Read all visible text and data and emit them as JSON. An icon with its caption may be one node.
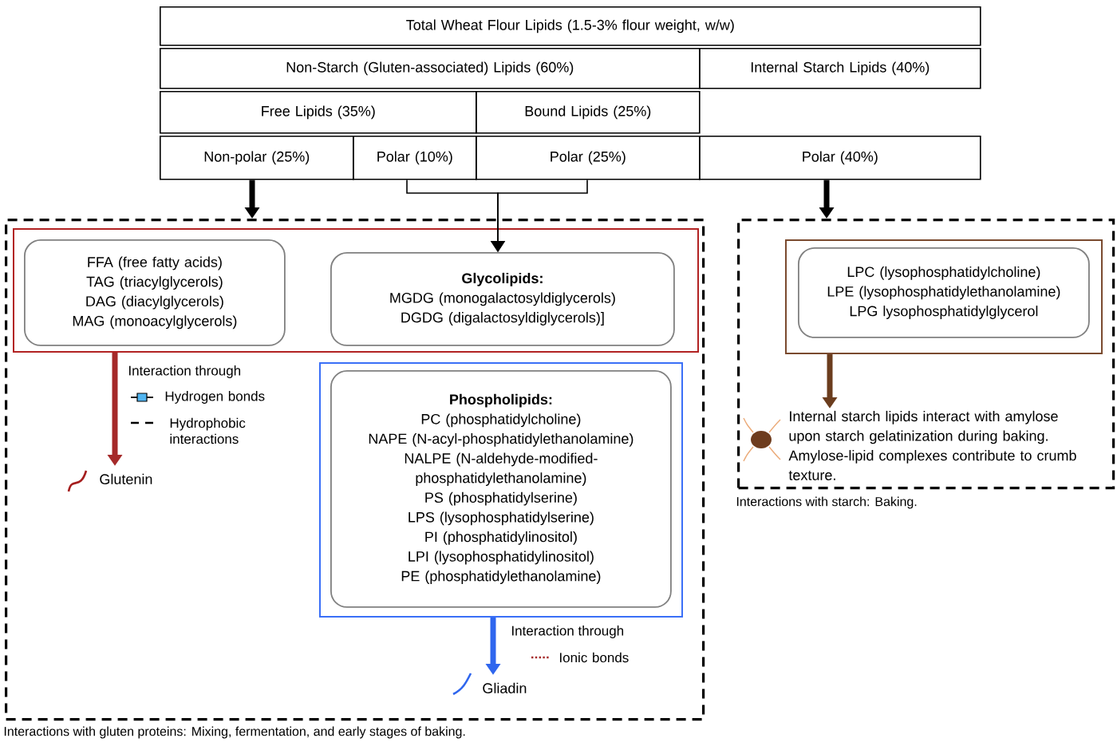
{
  "diagram": {
    "nodes": [
      {
        "text": [
          "Total Wheat Flour Lipids (1.5-3% flour weight, w/w)"
        ]
      },
      {
        "text": [
          "Non-Starch (Gluten-associated) Lipids (60%)"
        ]
      },
      {
        "text": [
          "Internal Starch Lipids (40%)"
        ]
      },
      {
        "text": [
          "Free Lipids (35%)"
        ]
      },
      {
        "text": [
          "Bound Lipids (25%)"
        ]
      },
      {
        "text": [
          "Non-polar (25%)"
        ]
      },
      {
        "text": [
          "Polar (10%)"
        ]
      },
      {
        "text": [
          "Polar (25%)"
        ]
      },
      {
        "text": [
          "Polar (40%)"
        ]
      },
      {
        "text": [],
        "shape": "box",
        "beside": [
          "Interactions with gluten proteins: Mixing, fermentation, and early stages of baking."
        ]
      },
      {
        "text": [],
        "shape": "box",
        "in": 9
      },
      {
        "text": [
          "FFA (free fatty acids)",
          "TAG (triacylglycerols)",
          "DAG (diacylglycerols)",
          "MAG (monoacylglycerols)"
        ],
        "in": 10
      },
      {
        "text": [
          "Glycolipids:",
          "MGDG (monogalactosyldiglycerols)",
          "DGDG (digalactosyldiglycerols)]"
        ],
        "in": 10
      },
      {
        "text": [],
        "shape": "box",
        "in": 9
      },
      {
        "text": [
          "Phospholipids:",
          "PC (phosphatidylcholine)",
          "NAPE (N-acyl-phosphatidylethanolamine)",
          "NALPE (N-aldehyde-modified-phosphatidylethanolamine)",
          "PS (phosphatidylserine)",
          "LPS (lysophosphatidylserine)",
          "PI (phosphatidylinositol)",
          "LPI (lysophosphatidylinositol)",
          "PE (phosphatidylethanolamine)"
        ],
        "in": 13
      },
      {
        "text": [
          "Glutenin"
        ],
        "in": 9
      },
      {
        "text": [
          "Gliadin"
        ],
        "in": 9
      },
      {
        "text": [],
        "shape": "box",
        "beside": [
          "Interactions with starch: Baking."
        ]
      },
      {
        "text": [],
        "shape": "box",
        "in": 17
      },
      {
        "text": [
          "LPC (lysophosphatidylcholine)",
          "LPE (lysophosphatidylethanolamine)",
          "LPG lysophosphatidylglycerol"
        ],
        "in": 18
      },
      {
        "text": [
          "Internal starch lipids interact with amylose upon starch gelatinization during baking. Amylose-lipid complexes contribute to crumb texture."
        ],
        "in": 17
      }
    ],
    "edges": [
      {
        "from": 5,
        "to": 9,
        "arrow": "to"
      },
      {
        "from": 6,
        "to": 12,
        "arrow": "to"
      },
      {
        "from": 7,
        "to": 12,
        "arrow": "to"
      },
      {
        "from": 8,
        "to": 17,
        "arrow": "to"
      },
      {
        "from": 10,
        "to": 15,
        "arrow": "to",
        "color": "#a52a2a"
      },
      {
        "from": 13,
        "to": 16,
        "arrow": "to",
        "color": "#2f66ee"
      },
      {
        "from": 18,
        "to": 20,
        "arrow": "to",
        "color": "#6b3d1e"
      }
    ],
    "labels": [
      "Interaction through",
      "Interaction through"
    ],
    "legend": [
      {
        "text": "Hydrogen bonds"
      },
      {
        "text": "Hydrophobic interactions"
      },
      {
        "text": "Ionic bonds"
      }
    ]
  }
}
